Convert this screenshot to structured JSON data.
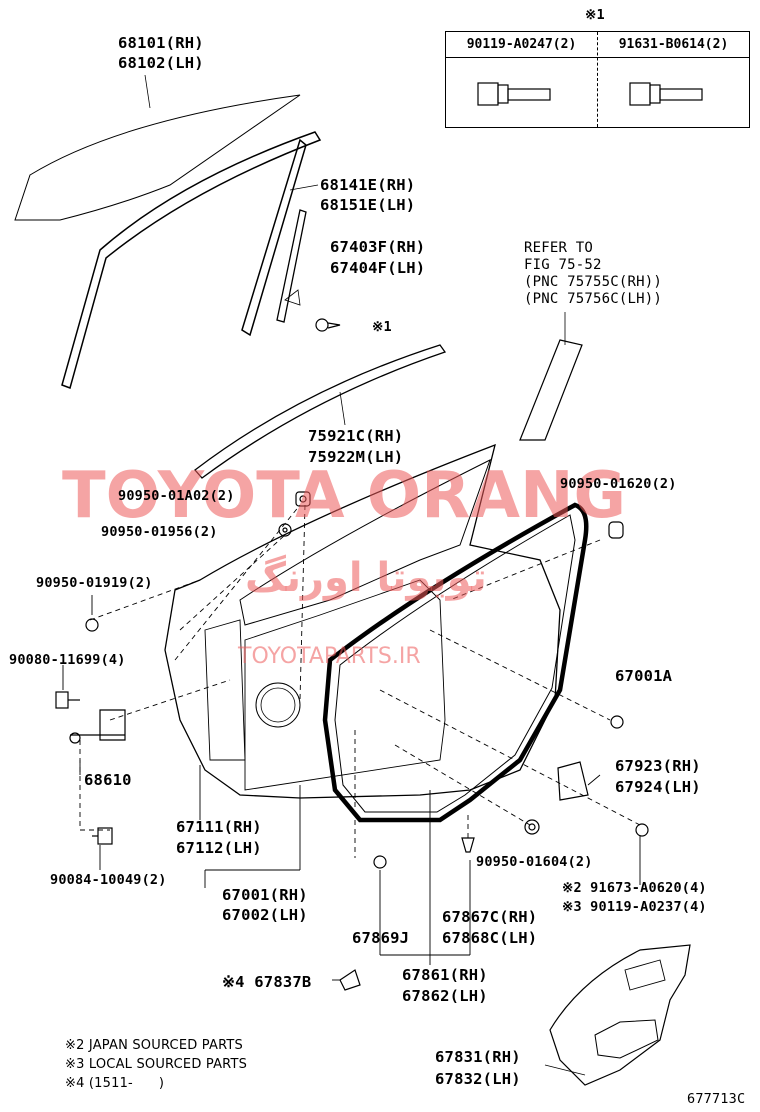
{
  "table": {
    "note_mark": "※1",
    "col1": "90119-A0247(2)",
    "col2": "91631-B0614(2)"
  },
  "labels": {
    "p68101": "68101(RH)",
    "p68102": "68102(LH)",
    "p68141": "68141E(RH)",
    "p68151": "68151E(LH)",
    "p67403": "67403F(RH)",
    "p67404": "67404F(LH)",
    "mark1": "※1",
    "refer1": "REFER TO",
    "refer2": "FIG 75-52",
    "refer3": "(PNC 75755C(RH))",
    "refer4": "(PNC 75756C(LH))",
    "p75921": "75921C(RH)",
    "p75922": "75922M(LH)",
    "p9095001a02": "90950-01A02(2)",
    "p9095001620": "90950-01620(2)",
    "p9095001956": "90950-01956(2)",
    "p9095001919": "90950-01919(2)",
    "p9008011699": "90080-11699(4)",
    "p67001a": "67001A",
    "p68610": "68610",
    "p67923": "67923(RH)",
    "p67924": "67924(LH)",
    "p67111": "67111(RH)",
    "p67112": "67112(LH)",
    "p9095001604": "90950-01604(2)",
    "p9008410049": "90084-10049(2)",
    "p67001": "67001(RH)",
    "p67002": "67002(LH)",
    "p91673": "※2 91673-A0620(4)",
    "p90119": "※3 90119-A0237(4)",
    "p67867": "67867C(RH)",
    "p67868": "67868C(LH)",
    "p67869": "67869J",
    "p67861": "67861(RH)",
    "p67862": "67862(LH)",
    "p67837": "※4 67837B",
    "p67831": "67831(RH)",
    "p67832": "67832(LH)",
    "code": "677713C"
  },
  "notes": {
    "n2": "※2 JAPAN SOURCED PARTS",
    "n3": "※3 LOCAL SOURCED PARTS",
    "n4": "※4 (1511-      )"
  },
  "watermark": {
    "main": "TOYOTA ORANG",
    "arabic": "تویوتا اورنگ",
    "site": "TOYOTAPARTS.IR",
    "color": "#ec5a5a"
  }
}
